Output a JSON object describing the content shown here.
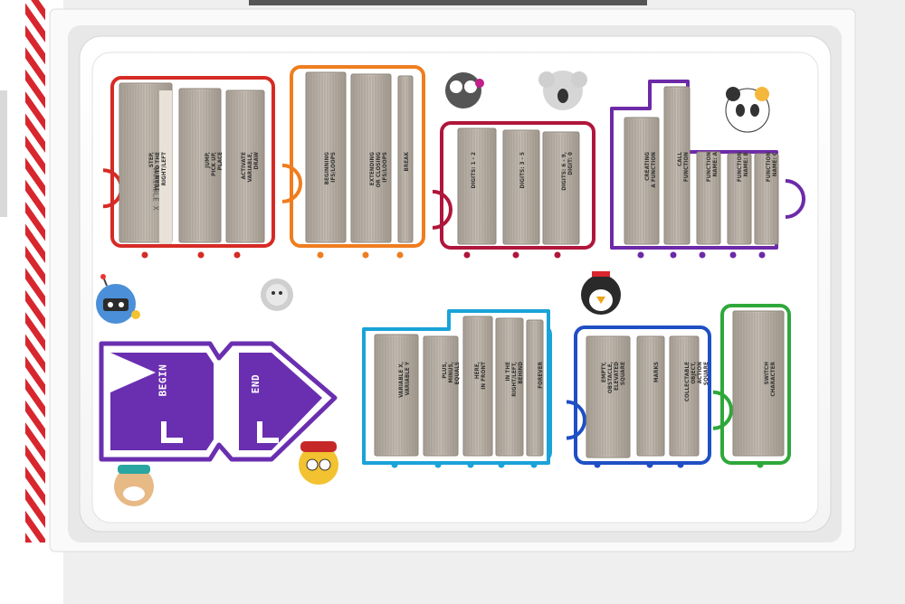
{
  "colors": {
    "red": "#d62b25",
    "orange": "#ef7d1f",
    "crimson": "#b0163b",
    "violet": "#6d2aa8",
    "cyan": "#1aa3d8",
    "blue": "#1f4fc4",
    "green": "#2ea83a",
    "purple_tile": "#6a2fb0",
    "card": "#b7afa5"
  },
  "tiles": {
    "begin": "BEGIN",
    "end": "END"
  },
  "card_print": "VARIABLE X",
  "labels": {
    "red": [
      "STEP,\nTURN TO THE\nRIGHT/LEFT",
      "JUMP,\nPICK UP,\nPLACE",
      "ACTIVATE\nVARIABLE,\nDRAW"
    ],
    "orange": [
      "BEGINNING\nIFS/LOOPS",
      "EXTENDING\nOR CLOSING\nIFS/LOOPS",
      "BREAK"
    ],
    "crimson": [
      "DIGITS: 1 - 2",
      "DIGITS: 3 - 5",
      "DIGITS: 6 - 9,\nDIGIT: 0"
    ],
    "violet": [
      "CREATING\nA FUNCTION",
      "CALL\nFUNCTION",
      "FUNCTION\nNAME: A",
      "FUNCTION\nNAME: B",
      "FUNCTION\nNAME: C"
    ],
    "cyan": [
      "VARIABLE X,\nVARIABLE Y",
      "PLUS,\nMINUS,\nEQUALS",
      "HERE,\nIN FRONT",
      "IN THE\nRIGHT/LEFT,\nBEHIND",
      "FOREVER"
    ],
    "blue": [
      "EMPTY,\nOBSTACLE,\nELEVATED\nSQUARE",
      "MARKS",
      "COLLECTABLE\nOBJECT,\nACTION\nSQUARE"
    ],
    "green": [
      "SWITCH\nCHARACTER"
    ]
  }
}
